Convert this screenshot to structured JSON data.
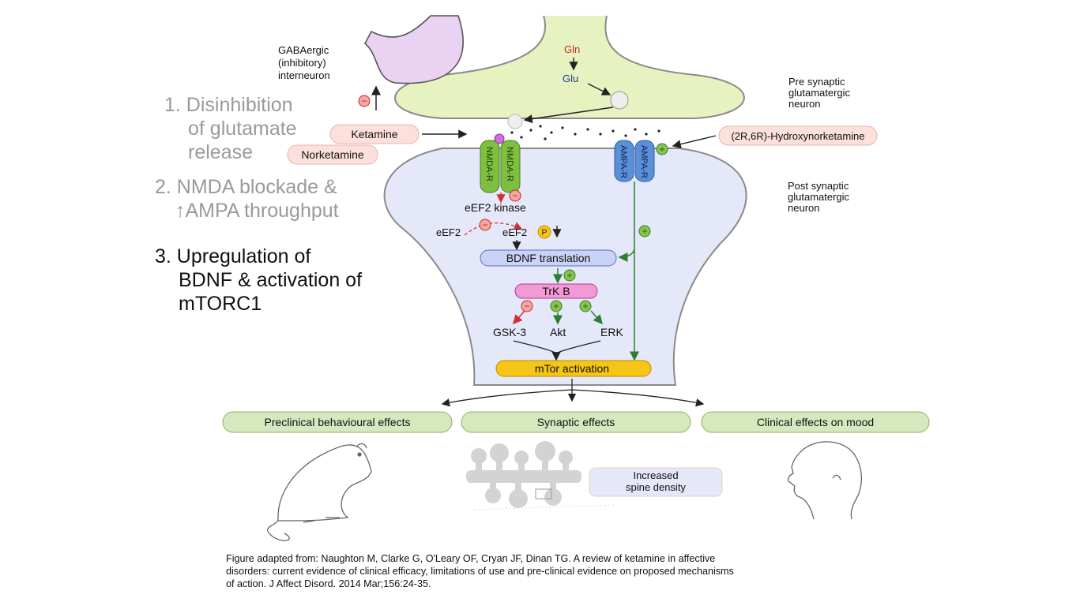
{
  "diagram": {
    "presynaptic": {
      "label_line1": "Pre synaptic",
      "label_line2": "glutamatergic",
      "label_line3": "neuron",
      "gln": "Gln",
      "glu": "Glu"
    },
    "postsynaptic": {
      "label_line1": "Post synaptic",
      "label_line2": "glutamatergic",
      "label_line3": "neuron"
    },
    "interneuron": {
      "line1": "GABAergic",
      "line2": "(inhibitory)",
      "line3": "interneuron"
    },
    "drugs": {
      "ketamine": "Ketamine",
      "norketamine": "Norketamine",
      "hnk": "(2R,6R)-Hydroxynorketamine"
    },
    "receptors": {
      "nmda": "NMDA-R",
      "ampa": "AMPA-R"
    },
    "pathway": {
      "eef2_kinase": "eEF2 kinase",
      "eef2": "eEF2",
      "eef2p": "eEF2",
      "p": "P",
      "bdnf": "BDNF translation",
      "trkb": "TrK B",
      "gsk3": "GSK-3",
      "akt": "Akt",
      "erk": "ERK",
      "mtor": "mTor activation"
    },
    "outcomes": {
      "preclinical": "Preclinical behavioural effects",
      "synaptic": "Synaptic effects",
      "clinical": "Clinical effects on mood",
      "spine_line1": "Increased",
      "spine_line2": "spine density"
    },
    "signs": {
      "minus": "−",
      "plus": "+"
    }
  },
  "steps": {
    "s1_line1": "1. Disinhibition",
    "s1_line2": "of glutamate",
    "s1_line3": "release",
    "s2_line1": "2. NMDA blockade &",
    "s2_line2": "↑AMPA throughput",
    "s3_line1": "3. Upregulation of",
    "s3_line2": "BDNF & activation of",
    "s3_line3": "mTORC1"
  },
  "caption": {
    "line1": "Figure adapted from: Naughton M, Clarke G, O'Leary OF, Cryan JF, Dinan TG. A review of ketamine in affective",
    "line2": "disorders: current evidence of clinical efficacy, limitations of use and pre-clinical evidence on proposed mechanisms",
    "line3": "of action. J Affect Disord. 2014 Mar;156:24-35."
  },
  "colors": {
    "presynaptic_fill": "#e6f2c0",
    "postsynaptic_fill": "#e4e8f8",
    "interneuron_fill": "#ead2f2",
    "nmda_fill": "#7fbf3f",
    "ampa_fill": "#5b8fd8",
    "bdnf_fill": "#c9d3f5",
    "trkb_fill": "#f29ad6",
    "mtor_fill": "#f5c518",
    "outcome_fill": "#d5e8be",
    "drug_fill": "#fbe0dc",
    "grey_text": "#9a9a9a"
  }
}
